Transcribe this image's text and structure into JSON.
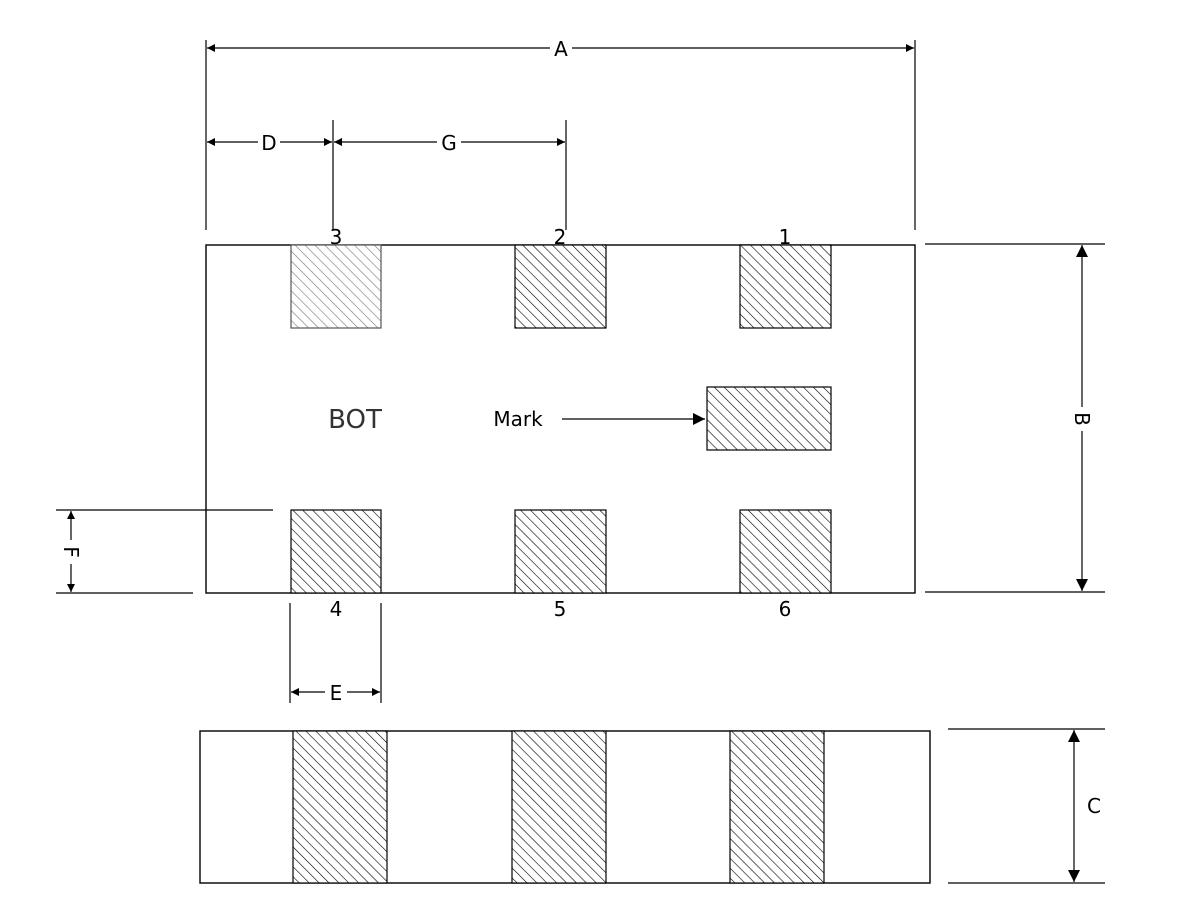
{
  "dimensions": {
    "A": "A",
    "B": "B",
    "C": "C",
    "D": "D",
    "E": "E",
    "F": "F",
    "G": "G"
  },
  "pins": {
    "top": [
      "3",
      "2",
      "1"
    ],
    "bottom": [
      "4",
      "5",
      "6"
    ]
  },
  "labels": {
    "bottom_view": "BOT",
    "mark": "Mark"
  },
  "colors": {
    "line": "#000000",
    "text_bot": "#333333"
  }
}
